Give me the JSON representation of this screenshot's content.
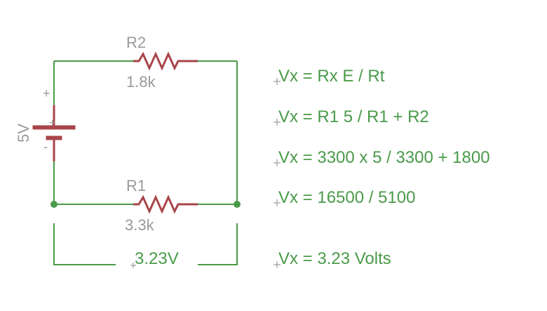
{
  "resistors": [
    {
      "name": "R2",
      "value": "1.8k"
    },
    {
      "name": "R1",
      "value": "3.3k"
    }
  ],
  "battery": {
    "voltage": "5V",
    "plus_top": "+",
    "plus_near": "+",
    "minus": "-"
  },
  "measurement": {
    "label": "3.23V"
  },
  "equations": [
    "Vx = Rx E / Rt",
    "Vx = R1 5 / R1 + R2",
    "Vx = 3300 x 5 / 3300 + 1800",
    "Vx = 16500 / 5100",
    "Vx = 3.23 Volts"
  ],
  "colors": {
    "wire": "#4a9a4a",
    "component": "#a8454a",
    "label": "#9a9a9a"
  }
}
